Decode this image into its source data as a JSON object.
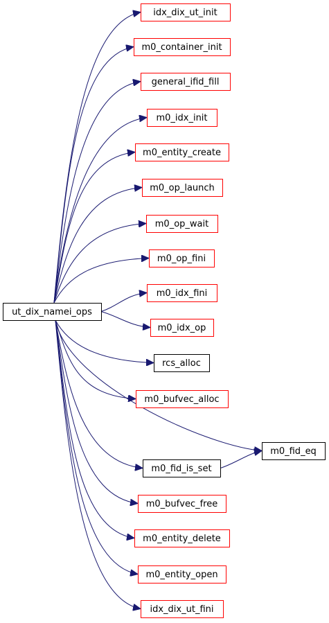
{
  "graph": {
    "root": {
      "label": "ut_dix_namei_ops",
      "fill": "#bfbfbf",
      "stroke": "#000000"
    },
    "callees": [
      {
        "label": "idx_dix_ut_init",
        "stroke": "#ff0000"
      },
      {
        "label": "m0_container_init",
        "stroke": "#ff0000"
      },
      {
        "label": "general_ifid_fill",
        "stroke": "#ff0000"
      },
      {
        "label": "m0_idx_init",
        "stroke": "#ff0000"
      },
      {
        "label": "m0_entity_create",
        "stroke": "#ff0000"
      },
      {
        "label": "m0_op_launch",
        "stroke": "#ff0000"
      },
      {
        "label": "m0_op_wait",
        "stroke": "#ff0000"
      },
      {
        "label": "m0_op_fini",
        "stroke": "#ff0000"
      },
      {
        "label": "m0_idx_fini",
        "stroke": "#ff0000"
      },
      {
        "label": "m0_idx_op",
        "stroke": "#ff0000"
      },
      {
        "label": "rcs_alloc",
        "stroke": "#000000"
      },
      {
        "label": "m0_bufvec_alloc",
        "stroke": "#ff0000"
      },
      {
        "label": "m0_fid_eq",
        "stroke": "#000000"
      },
      {
        "label": "m0_fid_is_set",
        "stroke": "#000000"
      },
      {
        "label": "m0_bufvec_free",
        "stroke": "#ff0000"
      },
      {
        "label": "m0_entity_delete",
        "stroke": "#ff0000"
      },
      {
        "label": "m0_entity_open",
        "stroke": "#ff0000"
      },
      {
        "label": "idx_dix_ut_fini",
        "stroke": "#ff0000"
      }
    ],
    "edges": [
      [
        "ut_dix_namei_ops",
        "idx_dix_ut_init"
      ],
      [
        "ut_dix_namei_ops",
        "m0_container_init"
      ],
      [
        "ut_dix_namei_ops",
        "general_ifid_fill"
      ],
      [
        "ut_dix_namei_ops",
        "m0_idx_init"
      ],
      [
        "ut_dix_namei_ops",
        "m0_entity_create"
      ],
      [
        "ut_dix_namei_ops",
        "m0_op_launch"
      ],
      [
        "ut_dix_namei_ops",
        "m0_op_wait"
      ],
      [
        "ut_dix_namei_ops",
        "m0_op_fini"
      ],
      [
        "ut_dix_namei_ops",
        "m0_idx_fini"
      ],
      [
        "ut_dix_namei_ops",
        "m0_idx_op"
      ],
      [
        "ut_dix_namei_ops",
        "rcs_alloc"
      ],
      [
        "ut_dix_namei_ops",
        "m0_bufvec_alloc"
      ],
      [
        "ut_dix_namei_ops",
        "m0_fid_eq"
      ],
      [
        "ut_dix_namei_ops",
        "m0_fid_is_set"
      ],
      [
        "m0_fid_is_set",
        "m0_fid_eq"
      ],
      [
        "ut_dix_namei_ops",
        "m0_bufvec_free"
      ],
      [
        "ut_dix_namei_ops",
        "m0_entity_delete"
      ],
      [
        "ut_dix_namei_ops",
        "m0_entity_open"
      ],
      [
        "ut_dix_namei_ops",
        "idx_dix_ut_fini"
      ]
    ],
    "edge_color": "#191970"
  }
}
